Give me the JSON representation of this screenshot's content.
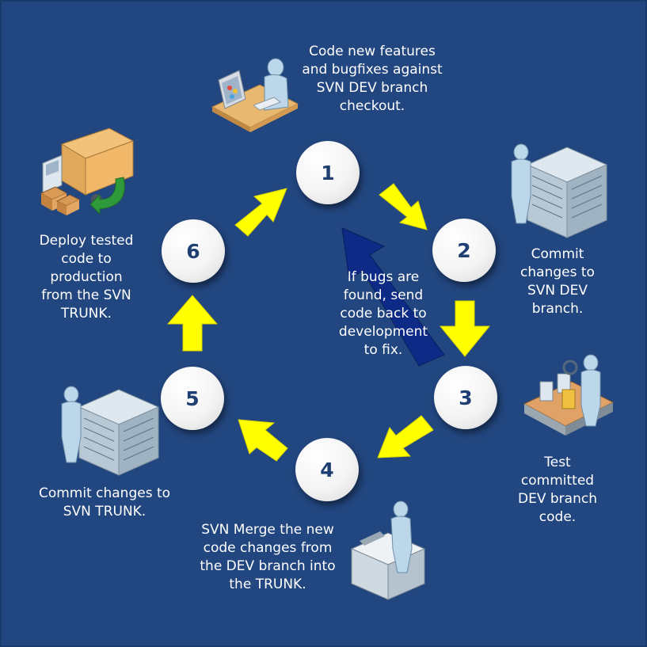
{
  "steps": [
    {
      "number": "1",
      "text": "Code new features\nand bugfixes against\nSVN DEV branch\ncheckout.",
      "icon": "developer-at-desk-icon"
    },
    {
      "number": "2",
      "text": "Commit\nchanges to\nSVN DEV\nbranch.",
      "icon": "server-admin-icon"
    },
    {
      "number": "3",
      "text": "Test\ncommitted\nDEV branch\ncode.",
      "icon": "qa-conveyor-icon"
    },
    {
      "number": "4",
      "text": "SVN Merge the new\ncode changes from\nthe DEV branch into\nthe TRUNK.",
      "icon": "printer-operator-icon"
    },
    {
      "number": "5",
      "text": "Commit changes to\nSVN TRUNK.",
      "icon": "server-admin-icon"
    },
    {
      "number": "6",
      "text": "Deploy tested\ncode to\nproduction\nfrom the SVN\nTRUNK.",
      "icon": "delivery-truck-icon"
    }
  ],
  "bug_loop": {
    "text": "If bugs are\nfound, send\ncode back to\ndevelopment\nto fix."
  },
  "colors": {
    "background": "#22467f",
    "flow_arrow": "#ffff00",
    "bug_arrow": "#0d2a86",
    "number_text": "#1f3f73"
  }
}
